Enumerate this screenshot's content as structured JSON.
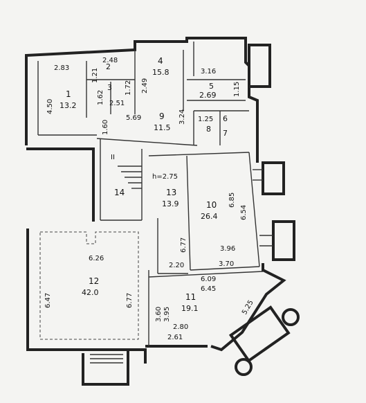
{
  "rooms": [
    {
      "id": "1",
      "area": "13.2"
    },
    {
      "id": "2",
      "area": ""
    },
    {
      "id": "3",
      "area": ""
    },
    {
      "id": "4",
      "area": "15.8"
    },
    {
      "id": "5",
      "area": "2.69"
    },
    {
      "id": "6",
      "area": ""
    },
    {
      "id": "7",
      "area": ""
    },
    {
      "id": "8",
      "area": ""
    },
    {
      "id": "9",
      "area": "11.5"
    },
    {
      "id": "10",
      "area": "26.4"
    },
    {
      "id": "11",
      "area": "19.1"
    },
    {
      "id": "12",
      "area": "42.0"
    },
    {
      "id": "13",
      "area": "13.9"
    },
    {
      "id": "14",
      "area": ""
    }
  ],
  "dimensions": [
    "2.83",
    "2.48",
    "1.21",
    "4.50",
    "1.62",
    "1.72",
    "2.51",
    "2.49",
    "3.16",
    "1.15",
    "5.69",
    "3.24",
    "1.25",
    "1.60",
    "h=2.75",
    "6.85",
    "6.54",
    "6.77",
    "3.96",
    "3.70",
    "2.20",
    "6.09",
    "6.45",
    "5.25",
    "3.60",
    "3.95",
    "2.80",
    "2.61",
    "6.26",
    "6.47",
    "6.77"
  ],
  "marks": {
    "stair_mark": "II"
  }
}
